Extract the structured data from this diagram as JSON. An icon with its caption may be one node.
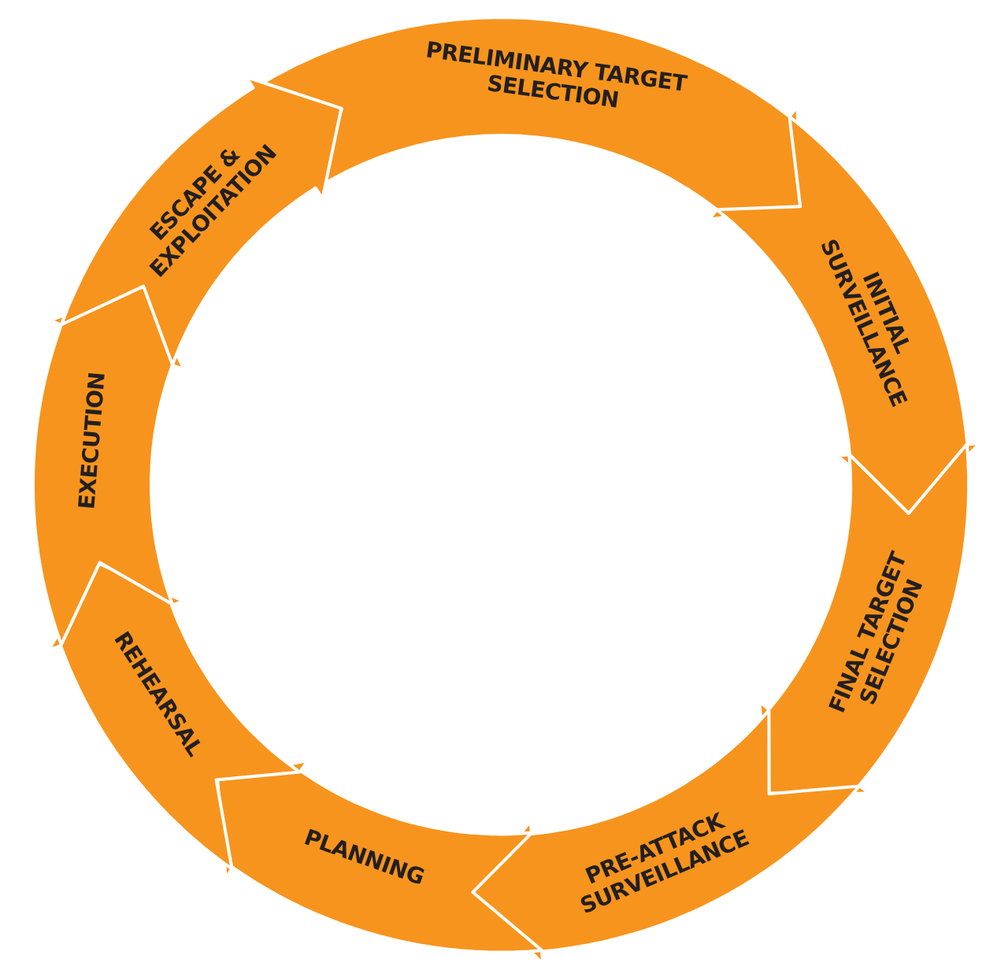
{
  "diagram": {
    "nodes": [
      {
        "text": [
          "PRELIMINARY TARGET SELECTION"
        ]
      },
      {
        "text": [
          "INITIAL SURVEILLANCE"
        ]
      },
      {
        "text": [
          "FINAL TARGET SELECTION"
        ]
      },
      {
        "text": [
          "PRE-ATTACK SURVEILLANCE"
        ]
      },
      {
        "text": [
          "PLANNING"
        ]
      },
      {
        "text": [
          "REHEARSAL"
        ]
      },
      {
        "text": [
          "EXECUTION"
        ]
      },
      {
        "text": [
          "ESCAPE & EXPLOITATION"
        ]
      }
    ]
  }
}
